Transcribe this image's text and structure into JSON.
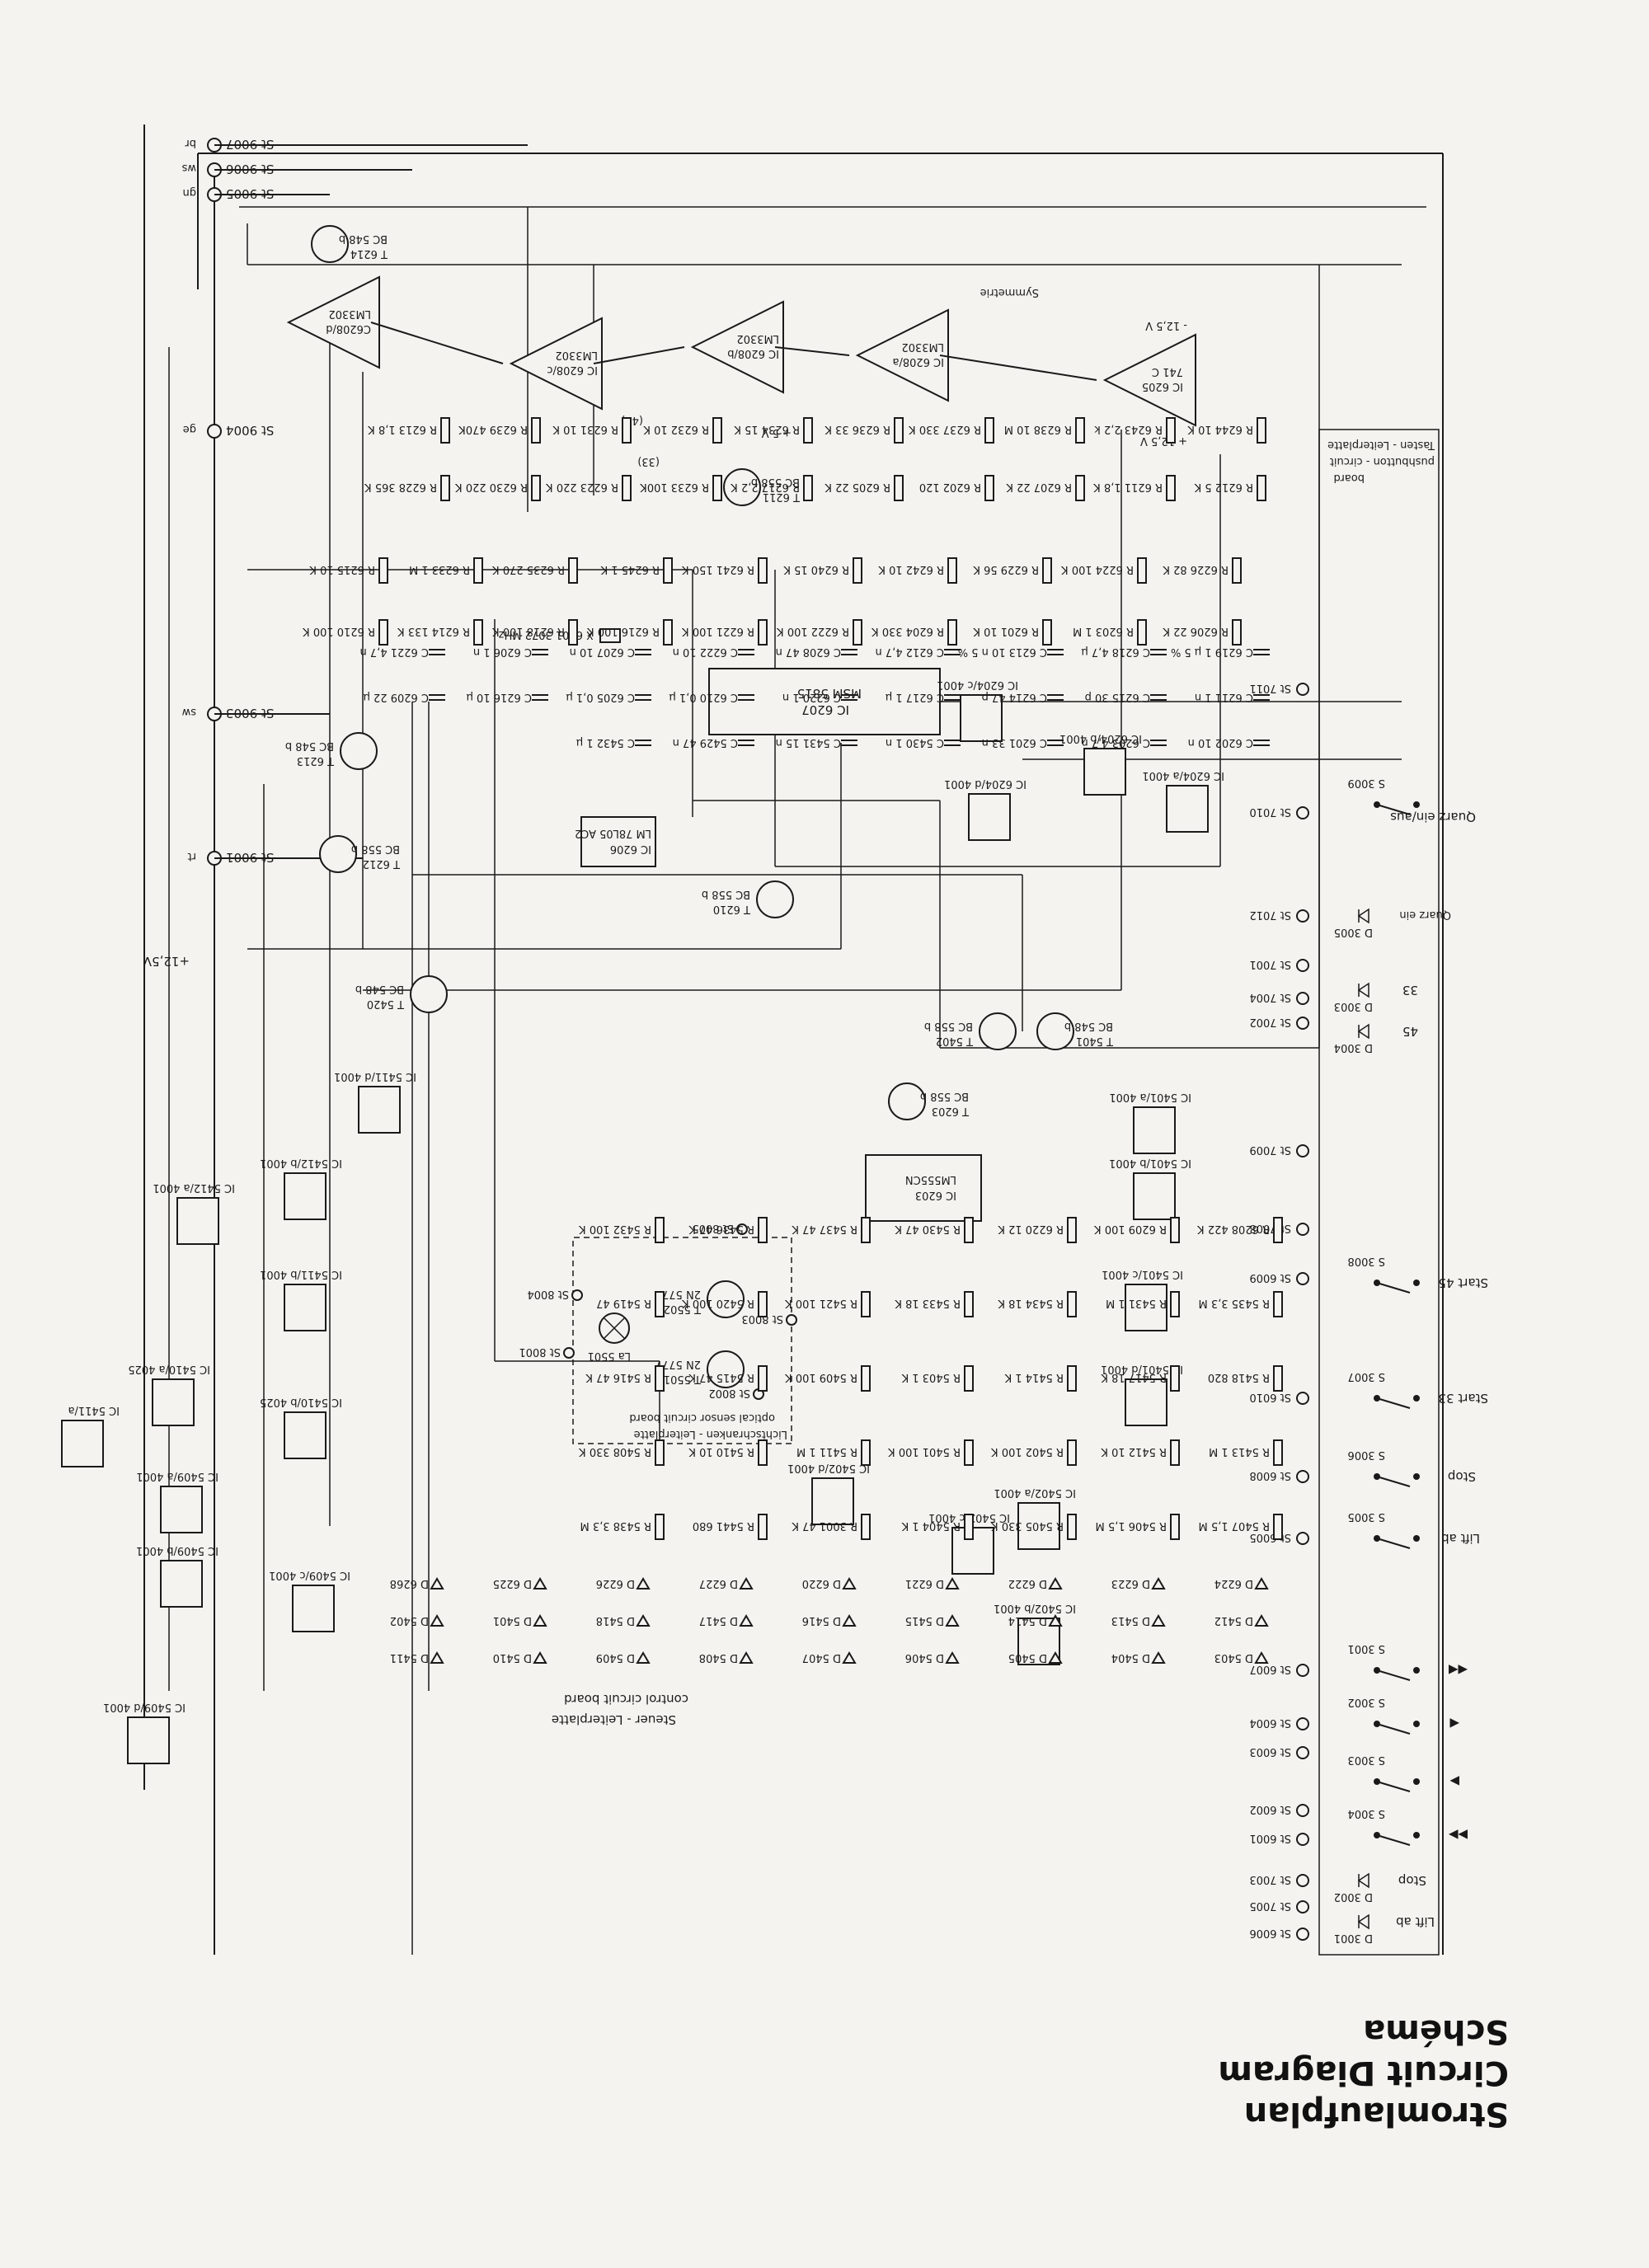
{
  "diagram": {
    "title_lines": [
      "Stromlaufplan",
      "Circuit Diagram",
      "Schéma"
    ],
    "sections": {
      "control_board": [
        "Steuer - Leiterplatte",
        "control circuit board"
      ],
      "optical_sensor": [
        "Lichtschranken - Leiterplatte",
        "optical sensor circuit board"
      ],
      "pushbutton_board": [
        "Tasten - Leiterplatte",
        "pushbutton - circuit",
        "board"
      ]
    },
    "connectors": {
      "top": [
        "St 9007",
        "St 9006",
        "St 9005",
        "St 9004",
        "St 9003",
        "St 9001"
      ],
      "top_wire_colors": [
        "br",
        "ws",
        "gn",
        "ge",
        "sw",
        "rt"
      ],
      "right": [
        "St 7011",
        "St 7010",
        "St 7012",
        "St 7001",
        "St 7004",
        "St 7002",
        "St 7009",
        "St 7008",
        "St 6009",
        "St 6010",
        "St 6008",
        "St 6005",
        "St 6007",
        "St 6004",
        "St 6003",
        "St 6002",
        "St 6001",
        "St 7003",
        "St 7005",
        "St 6006"
      ],
      "sensor": [
        "St 8005",
        "St 8004",
        "St 8003",
        "St 8002",
        "St 8001"
      ]
    },
    "switches": [
      {
        "ref": "S 3009",
        "label": "Quarz ein/aus"
      },
      {
        "ref": "S 3008",
        "label": "Start 45"
      },
      {
        "ref": "S 3007",
        "label": "Start 33"
      },
      {
        "ref": "S 3006",
        "label": "Stop"
      },
      {
        "ref": "S 3005",
        "label": "Lift ab"
      },
      {
        "ref": "S 3001",
        "label": "◀◀"
      },
      {
        "ref": "S 3002",
        "label": "◀"
      },
      {
        "ref": "S 3003",
        "label": "▶"
      },
      {
        "ref": "S 3004",
        "label": "▶▶"
      }
    ],
    "indicator_leds": [
      {
        "ref": "D 3005",
        "label": "Quarz ein"
      },
      {
        "ref": "D 3003",
        "label": "33"
      },
      {
        "ref": "D 3004",
        "label": "45"
      },
      {
        "ref": "D 3002",
        "label": "Stop"
      },
      {
        "ref": "D 3001",
        "label": "Lift ab"
      }
    ],
    "opamps": [
      {
        "ref": "C6208/d",
        "type": "LM3302"
      },
      {
        "ref": "IC 6208/c",
        "type": "LM3302"
      },
      {
        "ref": "IC 6208/b",
        "type": "LM3302"
      },
      {
        "ref": "IC 6208/a",
        "type": "LM3302"
      },
      {
        "ref": "IC 6205",
        "type": "741 C"
      }
    ],
    "ics": [
      {
        "ref": "IC 6207",
        "type": "MSM 5815"
      },
      {
        "ref": "IC 6206",
        "type": "LM 78L05 AC2"
      },
      {
        "ref": "IC 6203",
        "type": "LM555CN"
      }
    ],
    "transistors": [
      {
        "ref": "T 6214",
        "type": "BC 548 b"
      },
      {
        "ref": "T 6211",
        "type": "BC 558 b"
      },
      {
        "ref": "T 6213",
        "type": "BC 548 b"
      },
      {
        "ref": "T 6212",
        "type": "BC 558 b"
      },
      {
        "ref": "T 6210",
        "type": "BC 558 b"
      },
      {
        "ref": "T 5420",
        "type": "BC 548 b"
      },
      {
        "ref": "T 5402",
        "type": "BC 558 b"
      },
      {
        "ref": "T 5401",
        "type": "BC 548 b"
      },
      {
        "ref": "T 6203",
        "type": "BC 558 b"
      },
      {
        "ref": "T 5502",
        "type": "2N 5777"
      },
      {
        "ref": "T 5501",
        "type": "2N 5777"
      }
    ],
    "logic_gates": [
      "IC 6204/a 4001",
      "IC 6204/b 4001",
      "IC 6204/c 4001",
      "IC 6204/d 4001",
      "IC 5411/d 4001",
      "IC 5411/b 4001",
      "IC 5411/a",
      "IC 5412/a 4001",
      "IC 5412/b 4001",
      "IC 5410/a 4025",
      "IC 5410/b 4025",
      "IC 5409/a 4001",
      "IC 5409/b 4001",
      "IC 5409/c 4001",
      "IC 5409/d 4001",
      "IC 5401/a 4001",
      "IC 5401/b 4001",
      "IC 5401/c 4001",
      "IC 5401/d 4001",
      "IC 5402/a 4001",
      "IC 5402/b 4001",
      "IC 5402/c 4001",
      "IC 5402/d 4001"
    ],
    "resistors": [
      "R 6244 10 K",
      "R 6243 2,2 k",
      "R 6238 10 M",
      "R 6237 330 K",
      "R 6236 33 K",
      "R 6234 15 K",
      "R 6232 10 K",
      "R 6231 10 K",
      "R 6239 470K",
      "R 6213 1,8 K",
      "R 6212 5 K",
      "R 6211 1,8 K",
      "R 6207 22 K",
      "R 6202 120",
      "R 6205 22 K",
      "R 6217 2,2 K",
      "R 6233 100K",
      "R 6223 220 K",
      "R 6230 220 K",
      "R 6228 365 K",
      "R 6226 82 K",
      "R 6224 100 K",
      "R 6229 56 K",
      "R 6242 10 K",
      "R 6240 15 K",
      "R 6241 150 K",
      "R 6245 1 K",
      "R 6235 270 K",
      "R 6233 1 M",
      "R 6215 10 K",
      "R 6206 22 K",
      "R 6203 1 M",
      "R 6201 10 K",
      "R 6204 330 K",
      "R 6222 100 K",
      "R 6221 100 K",
      "R 6216 100 K",
      "R 6218 100 K",
      "R 6214 133 K",
      "R 6210 100 K",
      "R 6208 422 K",
      "R 6209 100 K",
      "R 6220 12 K",
      "R 5430 47 K",
      "R 5437 47 K",
      "R 5436 47 K",
      "R 5432 100 K",
      "R 5435 3,3 M",
      "R 5431 1 M",
      "R 5434 18 K",
      "R 5433 18 K",
      "R 5421 100 K",
      "R 5420 100 K",
      "R 5419 47",
      "R 5418 820",
      "R 5417 18 K",
      "R 5414 1 K",
      "R 5403 1 K",
      "R 5409 100 K",
      "R 5415 47 K",
      "R 5416 47 K",
      "R 5413 1 M",
      "R 5412 10 K",
      "R 5402 100 K",
      "R 5401 100 K",
      "R 5411 1 M",
      "R 5410 10 K",
      "R 5408 330 K",
      "R 5407 1,5 M",
      "R 5406 1,5 M",
      "R 5405 330 K",
      "R 5404 1 K",
      "R 3001 47 K",
      "R 5441 680",
      "R 5438 3,3 M"
    ],
    "capacitors": [
      "C 6219 1 µ 5 %",
      "C 6218 4,7 µ",
      "C 6213 10 n 5 %",
      "C 6212 4,7 n",
      "C 6208 47 n",
      "C 6222 10 n",
      "C 6207 10 n",
      "C 6206 1 n",
      "C 6221 4,7 n",
      "C 6211 1 n",
      "C 6215 30 p",
      "C 6214 47 p",
      "C 6217 1 µ",
      "C 6220 1 n",
      "C 6210 0,1 µ",
      "C 6205 0,1 µ",
      "C 6216 10 µ",
      "C 6209 22 µ",
      "C 6202 10 n",
      "C 6203 4,7 n",
      "C 6201 33 n",
      "C 5430 1 n",
      "C 5431 15 n",
      "C 5429 47 n",
      "C 5432 1 µ"
    ],
    "diodes": [
      "D 6224",
      "D 6223",
      "D 6222",
      "D 6221",
      "D 6220",
      "D 6227",
      "D 6226",
      "D 6225",
      "D 6268",
      "D 5412",
      "D 5413",
      "D 5414",
      "D 5415",
      "D 5416",
      "D 5417",
      "D 5418",
      "D 5401",
      "D 5402",
      "D 5403",
      "D 5404",
      "D 5405",
      "D 5406",
      "D 5407",
      "D 5408",
      "D 5409",
      "D 5410",
      "D 5411"
    ],
    "misc": {
      "crystal": "X 6201 3072 MHz",
      "lamp": "La 5501",
      "symmetry": "Symmetrie",
      "supply_labels": [
        "+ 12,5 V",
        "- 12,5 V",
        "+ 5 V",
        "+12,5V"
      ],
      "bracket_values": [
        "(45)",
        "(33)"
      ]
    }
  }
}
